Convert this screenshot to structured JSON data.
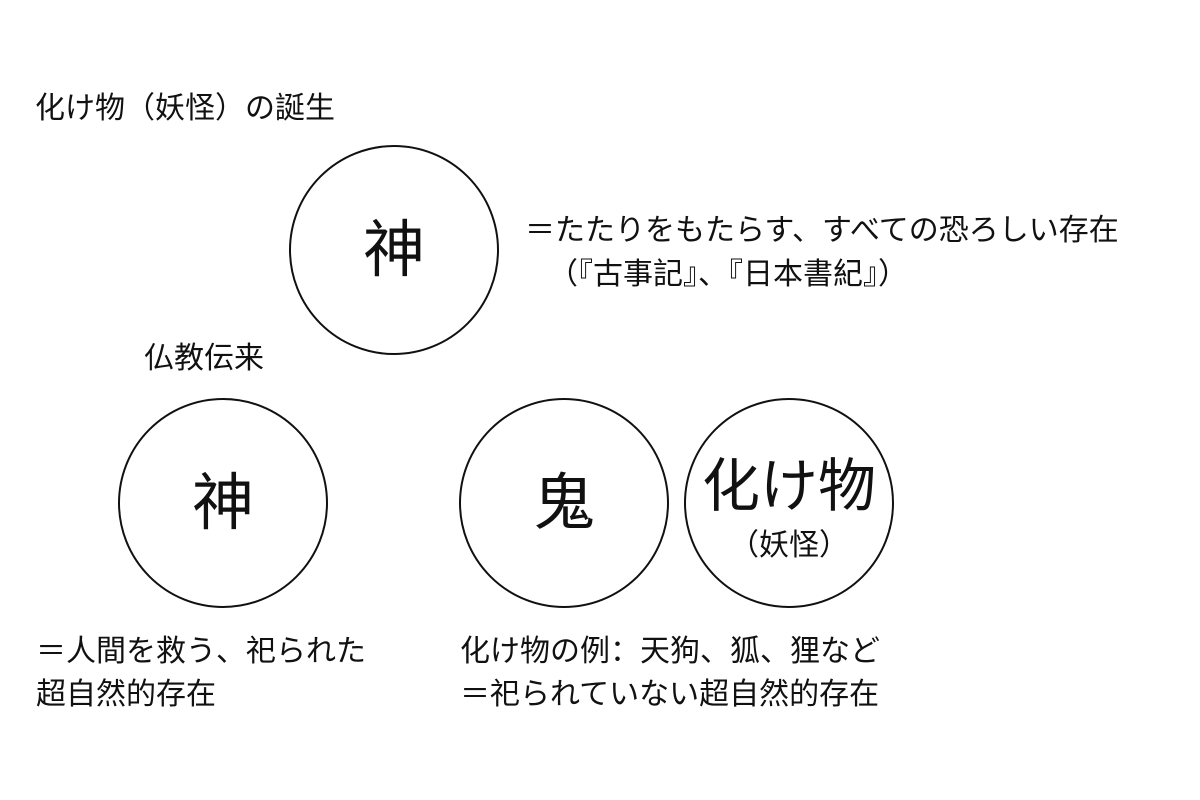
{
  "diagram": {
    "title": "化け物（妖怪）の誕生",
    "nodes": {
      "top_kami": {
        "label": "神",
        "description_line1": "＝たたりをもたらす、すべての恐ろしい存在",
        "description_line2": "（『古事記』、『日本書紀』）"
      },
      "transition_label": "仏教伝来",
      "bottom_kami": {
        "label": "神",
        "description_line1": "＝人間を救う、祀られた",
        "description_line2": "超自然的存在"
      },
      "oni": {
        "label": "鬼"
      },
      "bakemono": {
        "label": "化け物",
        "sublabel": "（妖怪）"
      },
      "bakemono_description": {
        "line1": "化け物の例：天狗、狐、狸など",
        "line2": "＝祀られていない超自然的存在"
      }
    }
  }
}
